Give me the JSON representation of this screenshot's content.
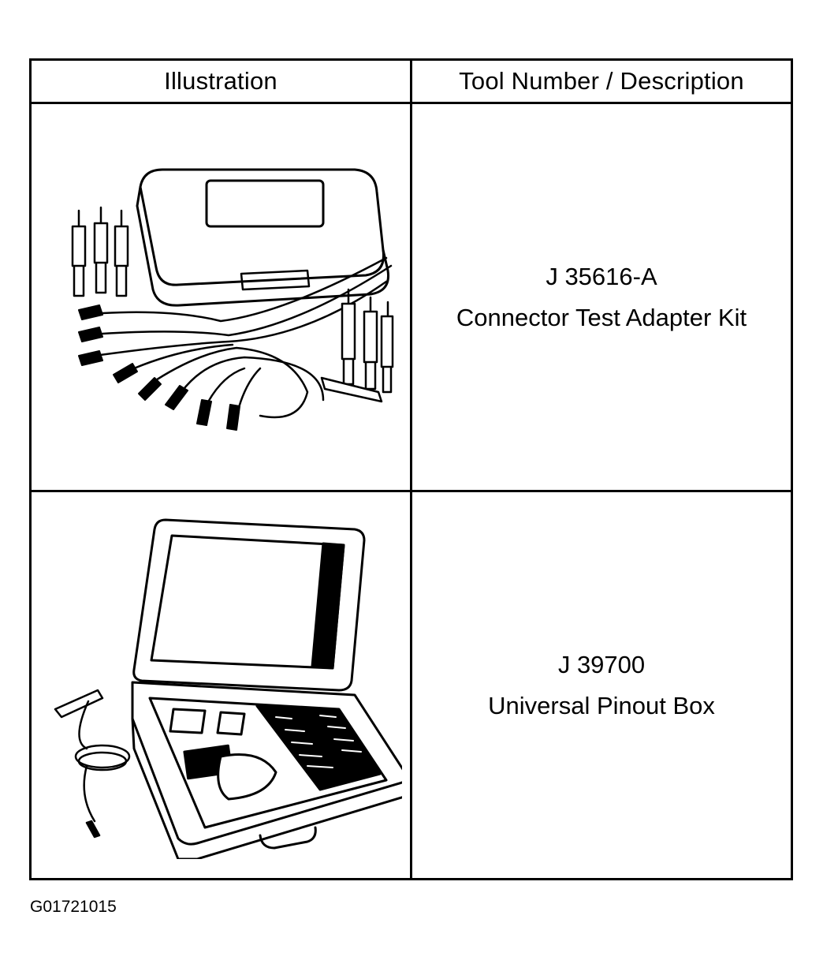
{
  "table": {
    "headers": {
      "illustration": "Illustration",
      "tool": "Tool Number / Description"
    },
    "rows": [
      {
        "number": "J 35616-A",
        "description": "Connector Test Adapter Kit",
        "illustration_icon": "test-adapter-kit-icon"
      },
      {
        "number": "J 39700",
        "description": "Universal Pinout Box",
        "illustration_icon": "pinout-box-icon"
      }
    ]
  },
  "figure_id": "G01721015"
}
